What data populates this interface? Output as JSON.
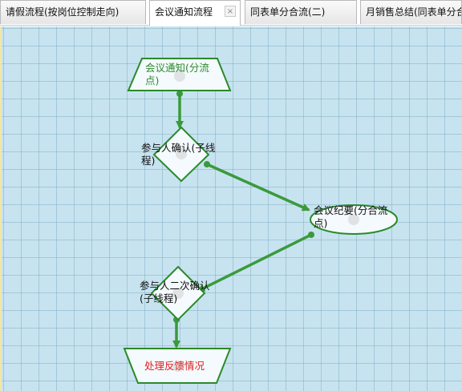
{
  "tabs": [
    {
      "label": "请假流程(按岗位控制走向)"
    },
    {
      "label": "会议通知流程",
      "close": "×"
    },
    {
      "label": "同表单分合流(二)"
    },
    {
      "label": "月销售总结(同表单分合"
    }
  ],
  "nodes": {
    "start": {
      "label": "会议通知(分流点)",
      "color": "#2c8a2c"
    },
    "confirm1": {
      "label": "参与人确认(子线程)"
    },
    "minutes": {
      "label": "会议纪要(分合流点)"
    },
    "confirm2": {
      "label": "参与人二次确认(子线程)"
    },
    "end": {
      "label": "处理反馈情况",
      "color": "#e02020"
    }
  },
  "colors": {
    "edge": "#3a9a3a",
    "node_border": "#2a8a2a",
    "canvas": "#c7e3f0"
  }
}
